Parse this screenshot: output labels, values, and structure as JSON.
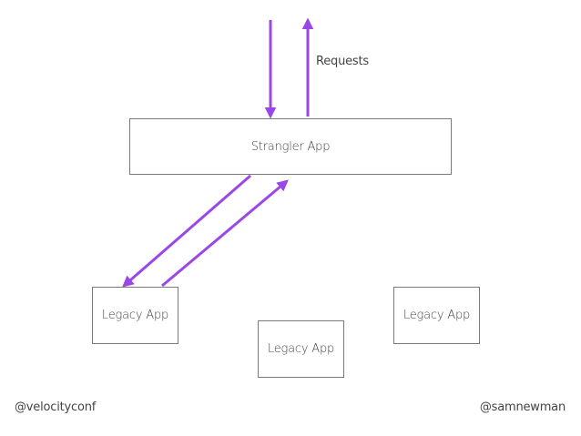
{
  "diagram": {
    "requests_label": "Requests",
    "strangler_app": "Strangler App",
    "legacy_apps": [
      "Legacy App",
      "Legacy App",
      "Legacy App"
    ]
  },
  "footer": {
    "left_handle": "@velocityconf",
    "right_handle": "@samnewman"
  },
  "colors": {
    "arrow": "#9b47e8",
    "box_border": "#7a7a7a",
    "text": "#444444"
  }
}
